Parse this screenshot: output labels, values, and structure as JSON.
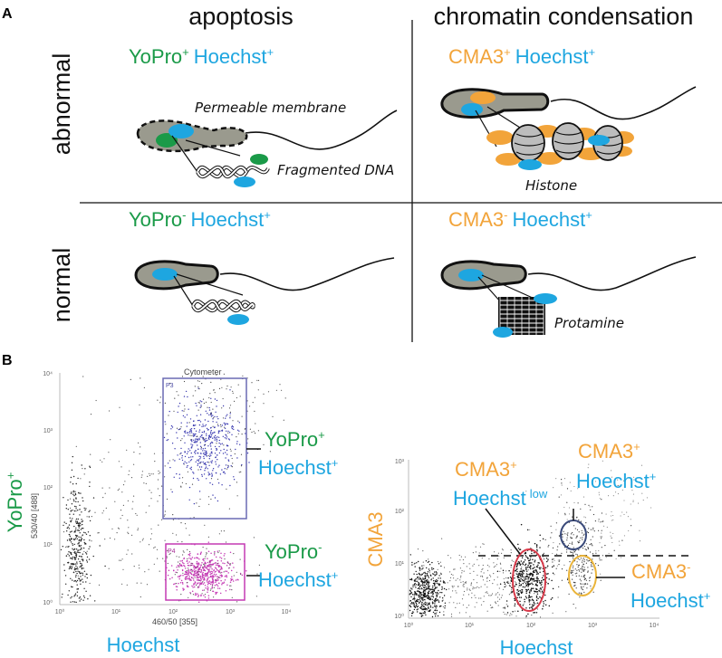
{
  "panel_a": {
    "letter": "A",
    "col_headers": [
      "apoptosis",
      "chromatin condensation"
    ],
    "row_labels": [
      "abnormal",
      "normal"
    ],
    "q1": {
      "label_a": "YoPro",
      "sup_a": "+",
      "label_b": "Hoechst",
      "sup_b": "+",
      "anno1": "Permeable membrane",
      "anno2": "Fragmented DNA"
    },
    "q2": {
      "label_a": "CMA3",
      "sup_a": "+",
      "label_b": "Hoechst",
      "sup_b": "+",
      "anno1": "Histone"
    },
    "q3": {
      "label_a": "YoPro",
      "sup_a": "-",
      "label_b": "Hoechst",
      "sup_b": "+"
    },
    "q4": {
      "label_a": "CMA3",
      "sup_a": "-",
      "label_b": "Hoechst",
      "sup_b": "+",
      "anno1": "Protamine"
    }
  },
  "panel_b": {
    "letter": "B",
    "left_plot": {
      "title": "Cytometer",
      "gate_top": "P3",
      "gate_bottom": "P4",
      "axis_x_small": "460/50 [355]",
      "axis_y_small": "530/40 [488]",
      "x_label": "Hoechst",
      "y_label": "YoPro",
      "y_label_sup": "+",
      "ticks": [
        "10⁰",
        "10¹",
        "10²",
        "10³",
        "10⁴",
        "10⁵"
      ],
      "gate_top_label": {
        "a": "YoPro",
        "a_sup": "+",
        "b": "Hoechst",
        "b_sup": "+"
      },
      "gate_bottom_label": {
        "a": "YoPro",
        "a_sup": "-",
        "b": "Hoechst",
        "b_sup": "+"
      }
    },
    "right_plot": {
      "x_label": "Hoechst",
      "y_label": "CMA3",
      "ticks": [
        "10⁰",
        "10¹",
        "10²",
        "10³",
        "10⁴"
      ],
      "pop1": {
        "a": "CMA3",
        "a_sup": "+",
        "b": "Hoechst",
        "b_sup": "low"
      },
      "pop2": {
        "a": "CMA3",
        "a_sup": "+",
        "b": "Hoechst",
        "b_sup": "+"
      },
      "pop3": {
        "a": "CMA3",
        "a_sup": "-",
        "b": "Hoechst",
        "b_sup": "+"
      }
    }
  },
  "colors": {
    "green": "#1a9a48",
    "blue": "#1ea6e0",
    "orange": "#f2a43a",
    "cell_gray": "#9a9a8e",
    "gate_blue": "#6a6ab4",
    "gate_magenta": "#c43ab4",
    "circle_red": "#d83a4a",
    "circle_navy": "#3a4a7a",
    "circle_yellow": "#eab43a"
  }
}
